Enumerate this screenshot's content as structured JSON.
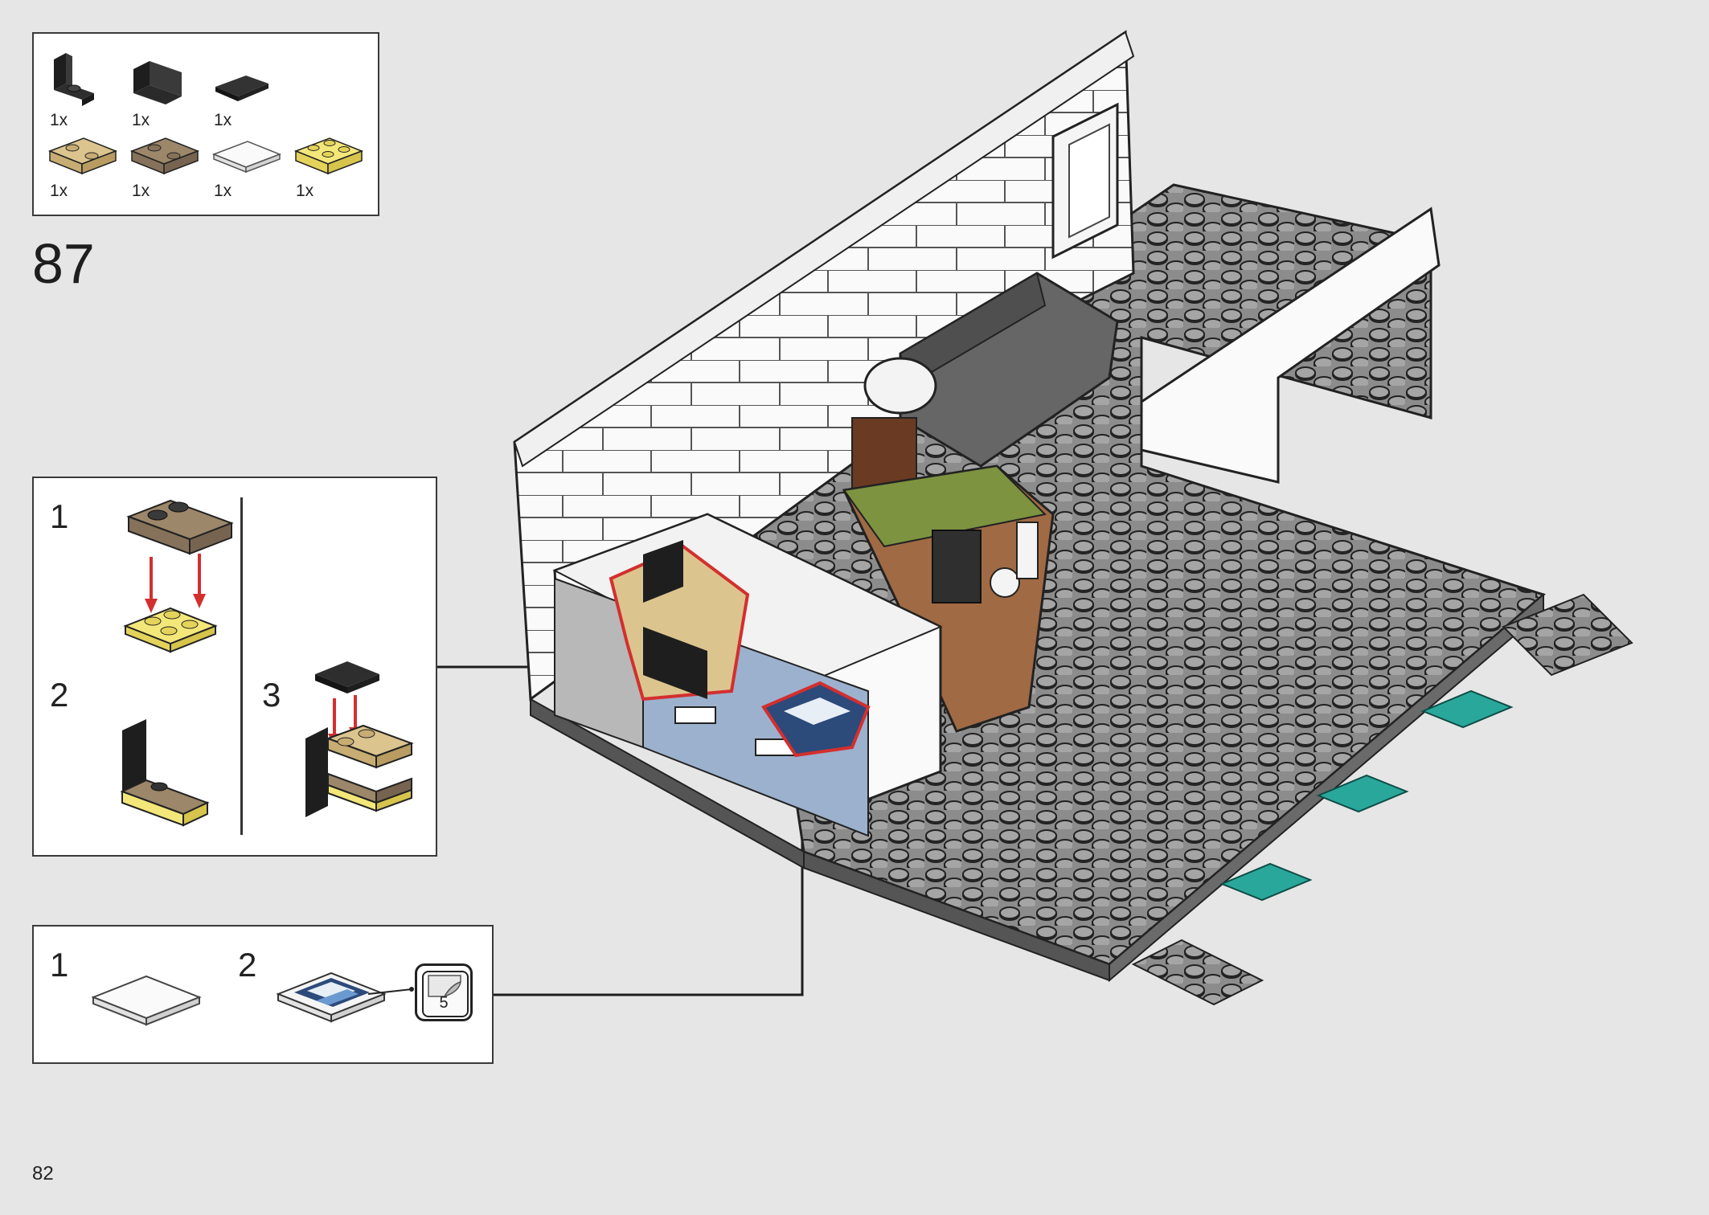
{
  "parts_list": {
    "items": [
      {
        "name": "black-bracket-1x2-2x2",
        "qty": "1x",
        "color": "#2a2a2a"
      },
      {
        "name": "black-bracket-1x2-1x2",
        "qty": "1x",
        "color": "#2a2a2a"
      },
      {
        "name": "black-tile-1x2",
        "qty": "1x",
        "color": "#2a2a2a"
      },
      {
        "name": "tan-plate-2x2",
        "qty": "1x",
        "color": "#dcc48f"
      },
      {
        "name": "dark-tan-plate-2x2",
        "qty": "1x",
        "color": "#9c876a"
      },
      {
        "name": "white-tile-2x2",
        "qty": "1x",
        "color": "#f5f5f5"
      },
      {
        "name": "yellow-plate-2x2",
        "qty": "1x",
        "color": "#f4e77a"
      }
    ]
  },
  "step": {
    "number": "87"
  },
  "subassembly_1": {
    "steps": [
      "1",
      "2",
      "3"
    ]
  },
  "subassembly_2": {
    "steps": [
      "1",
      "2"
    ],
    "sticker_sheet": "5"
  },
  "page": {
    "number": "82"
  },
  "colors": {
    "callout_red": "#d32f2f",
    "baseplate": "#8a8a8a",
    "wall": "#fafafa",
    "teal": "#2aa79b"
  }
}
